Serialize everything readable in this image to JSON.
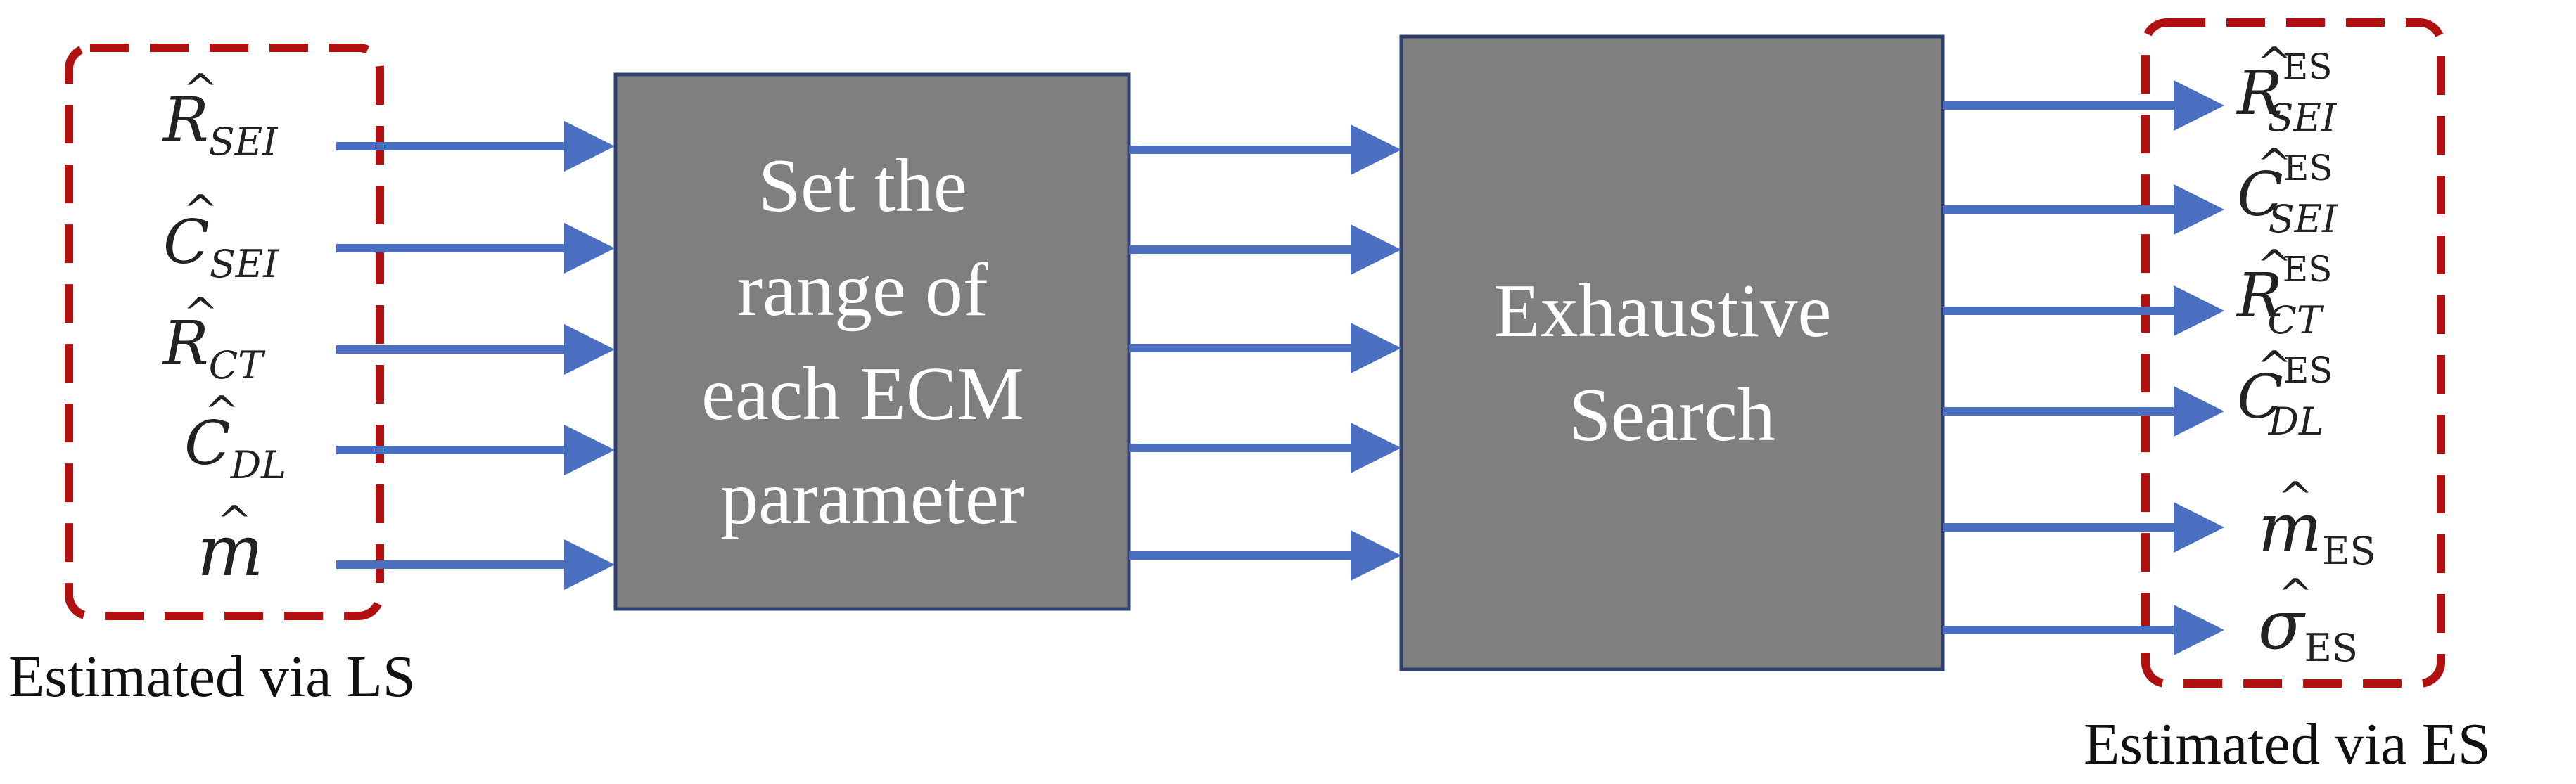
{
  "colors": {
    "box_fill": "#7f7f7f",
    "box_border": "#2f3f6f",
    "arrow": "#4a6fc1",
    "dashed_border": "#b01010",
    "text": "#111111",
    "box_text": "#ffffff"
  },
  "left_group": {
    "caption": "Estimated via LS",
    "items": [
      {
        "base": "R",
        "sub": "SEI"
      },
      {
        "base": "C",
        "sub": "SEI"
      },
      {
        "base": "R",
        "sub": "CT"
      },
      {
        "base": "C",
        "sub": "DL"
      },
      {
        "base": "m",
        "sub": ""
      }
    ]
  },
  "box1": {
    "lines": [
      "Set the",
      "range of",
      "each ECM",
      "parameter"
    ]
  },
  "box2": {
    "lines": [
      "Exhaustive",
      "Search"
    ]
  },
  "right_group": {
    "caption": "Estimated via ES",
    "items": [
      {
        "base": "R",
        "sup": "ES",
        "sub": "SEI"
      },
      {
        "base": "C",
        "sup": "ES",
        "sub": "SEI"
      },
      {
        "base": "R",
        "sup": "ES",
        "sub": "CT"
      },
      {
        "base": "C",
        "sup": "ES",
        "sub": "DL"
      },
      {
        "base": "m",
        "sup": "",
        "sub": "ES"
      },
      {
        "base": "σ",
        "sup": "",
        "sub": "ES"
      }
    ]
  }
}
